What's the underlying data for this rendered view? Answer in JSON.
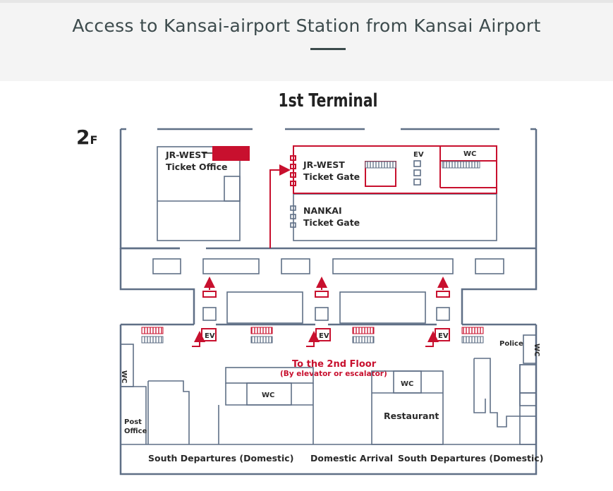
{
  "page": {
    "title": "Access to Kansai-airport Station from Kansai Airport"
  },
  "map": {
    "terminal_title": "1st Terminal",
    "floor": {
      "number": "2",
      "suffix": "F"
    },
    "labels": {
      "jr_office_line1": "JR-WEST",
      "jr_office_line2": "Ticket Office",
      "jr_gate_line1": "JR-WEST",
      "jr_gate_line2": "Ticket Gate",
      "nankai_gate_line1": "NANKAI",
      "nankai_gate_line2": "Ticket Gate",
      "ev_upper": "EV",
      "wc_upper": "WC",
      "ev_1": "EV",
      "ev_2": "EV",
      "ev_3": "EV",
      "to_second_floor": "To the 2nd Floor",
      "elevator_note": "(By elevator or escalator)",
      "wc_left": "WC",
      "wc_center_left": "WC",
      "wc_center_right": "WC",
      "wc_right": "WC",
      "restaurant": "Restaurant",
      "post_office_line1": "Post",
      "post_office_line2": "Office",
      "police": "Police",
      "south_departures_left": "South Departures (Domestic)",
      "domestic_arrival": "Domestic Arrival",
      "south_departures_right": "South Departures (Domestic)"
    },
    "colors": {
      "route_red": "#c8102e",
      "wall_blue_gray": "#5f6f86",
      "background": "#f4f4f4",
      "title_text": "#3d4b4d"
    },
    "icons": [
      "up-arrow-icon",
      "elevator-icon",
      "escalator-icon",
      "ticket-gate-icon"
    ]
  }
}
